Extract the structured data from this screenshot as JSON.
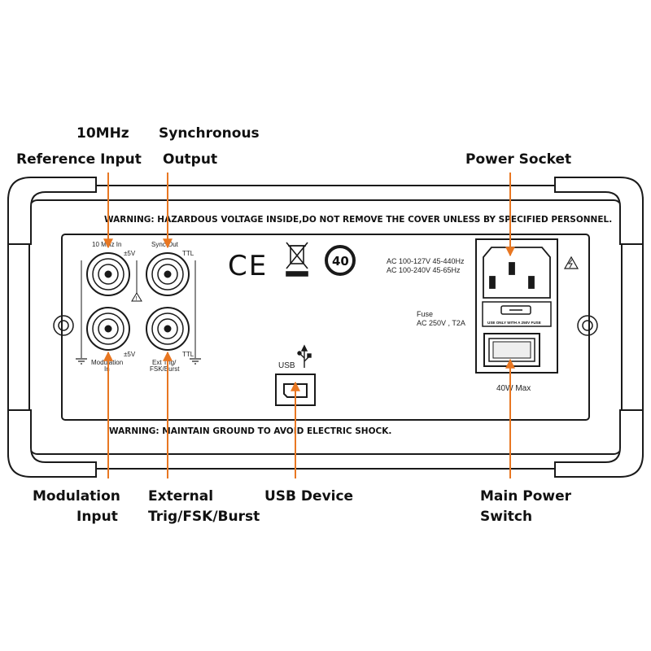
{
  "callouts": {
    "ref_line1": "10MHz",
    "ref_line2": "Reference Input",
    "sync_line1": "Synchronous",
    "sync_line2": "Output",
    "power_socket": "Power Socket",
    "mod_line1": "Modulation",
    "mod_line2": "Input",
    "ext_line1": "External",
    "ext_line2": "Trig/FSK/Burst",
    "usb_device": "USB Device",
    "switch_line1": "Main Power",
    "switch_line2": "Switch"
  },
  "panel": {
    "warning_top": "WARNING: HAZARDOUS VOLTAGE INSIDE,DO NOT REMOVE THE COVER  UNLESS BY SPECIFIED PERSONNEL.",
    "warning_bottom": "WARNING: MAINTAIN GROUND TO AVOID ELECTRIC SHOCK.",
    "label_10mhz_in": "10 MHz In",
    "label_sync_out": "Sync Out",
    "label_pm5v_a": "±5V",
    "label_ttl_a": "TTL",
    "label_pm5v_b": "±5V",
    "label_ttl_b": "TTL",
    "label_mod_in_1": "Modulation",
    "label_mod_in_2": "In",
    "label_ext_1": "Ext Trig/",
    "label_ext_2": "FSK/Burst",
    "ce_mark": "CE",
    "rohs_number": "40",
    "usb_label": "USB",
    "ac_line1": "AC 100-127V  45-440Hz",
    "ac_line2": "AC 100-240V  45-65Hz",
    "fuse_line1": "Fuse",
    "fuse_line2": "AC 250V , T2A",
    "fuse_tray_text": "USE ONLY WITH A 250V FUSE",
    "power_max": "40W Max"
  },
  "colors": {
    "callout_arrow": "#e87722",
    "outline": "#1a1a1a"
  },
  "icons": [
    "ce-mark-icon",
    "weee-bin-icon",
    "rohs-40-icon",
    "usb-symbol-icon",
    "hazard-triangle-icon",
    "ground-icon"
  ]
}
